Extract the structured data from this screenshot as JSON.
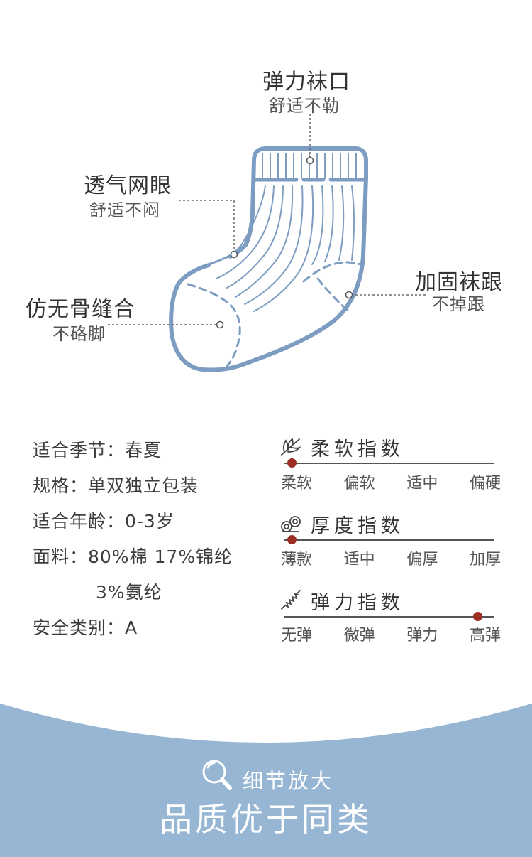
{
  "colors": {
    "sock_outline": "#7c9dc1",
    "sock_fill": "#ffffff",
    "dot_accent": "#9a2e22",
    "banner": "#97b6d3",
    "banner_text": "#ffffff"
  },
  "callouts": {
    "cuff": {
      "title": "弹力袜口",
      "sub": "舒适不勒"
    },
    "mesh": {
      "title": "透气网眼",
      "sub": "舒适不闷"
    },
    "seam": {
      "title": "仿无骨缝合",
      "sub": "不硌脚"
    },
    "heel": {
      "title": "加固袜跟",
      "sub": "不掉跟"
    }
  },
  "specs": [
    "适合季节：春夏",
    "规格：单双独立包装",
    "适合年龄：0-3岁",
    "面料：80%棉 17%锦纶",
    "3%氨纶",
    "安全类别：A"
  ],
  "scales": [
    {
      "icon": "feather-icon",
      "title": "柔软指数",
      "labels": [
        "柔软",
        "偏软",
        "适中",
        "偏硬"
      ],
      "level": 0.0
    },
    {
      "icon": "yarn-icon",
      "title": "厚度指数",
      "labels": [
        "薄款",
        "适中",
        "偏厚",
        "加厚"
      ],
      "level": 0.0
    },
    {
      "icon": "spring-icon",
      "title": "弹力指数",
      "labels": [
        "无弹",
        "微弹",
        "弹力",
        "高弹"
      ],
      "level": 0.95
    }
  ],
  "banner": {
    "icon": "magnifier-icon",
    "small": "细节放大",
    "big": "品质优于同类"
  }
}
